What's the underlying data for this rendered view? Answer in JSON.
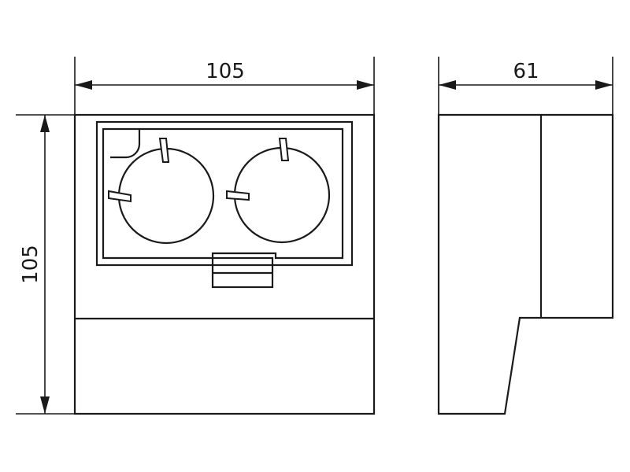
{
  "dimensions": {
    "front_width": "105",
    "front_height": "105",
    "side_depth": "61"
  },
  "colors": {
    "line": "#1a1a1a",
    "background": "#ffffff"
  }
}
